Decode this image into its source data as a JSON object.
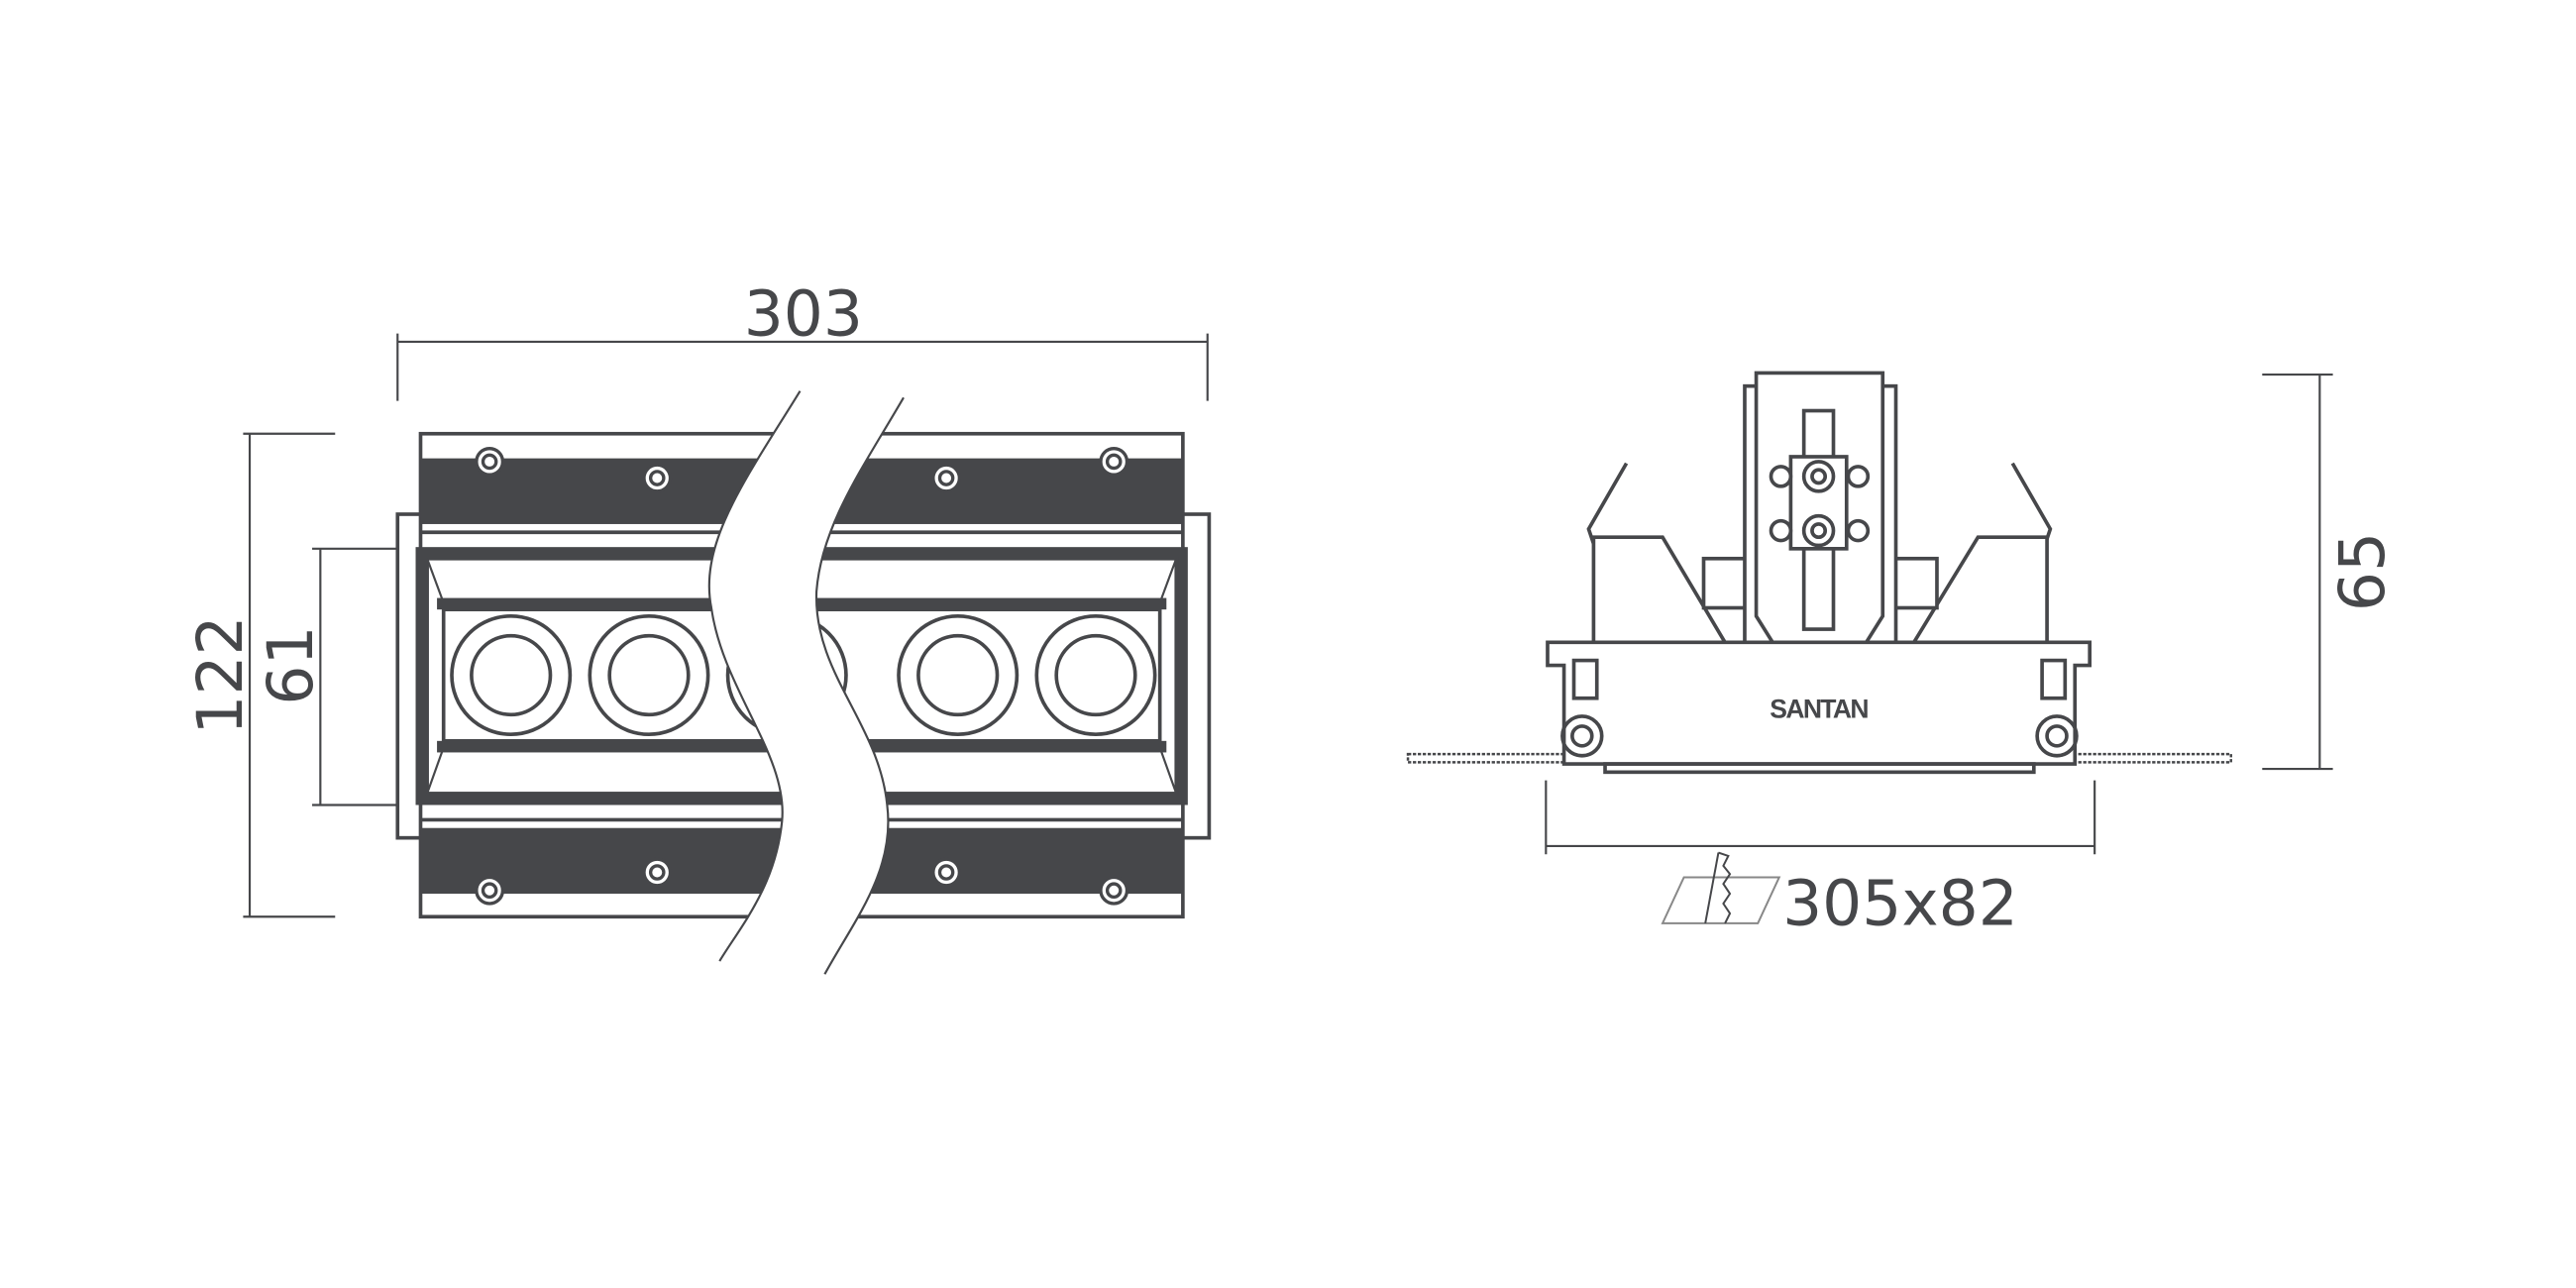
{
  "front_view": {
    "width_label": "303",
    "height_label": "122",
    "aperture_height_label": "61",
    "lens_count": 5
  },
  "side_view": {
    "height_label": "65",
    "cutout_label": "305x82",
    "brand_logo": "SANTAN"
  },
  "colors": {
    "line": "#46474a",
    "band": "#46474a",
    "background": "#ffffff"
  }
}
